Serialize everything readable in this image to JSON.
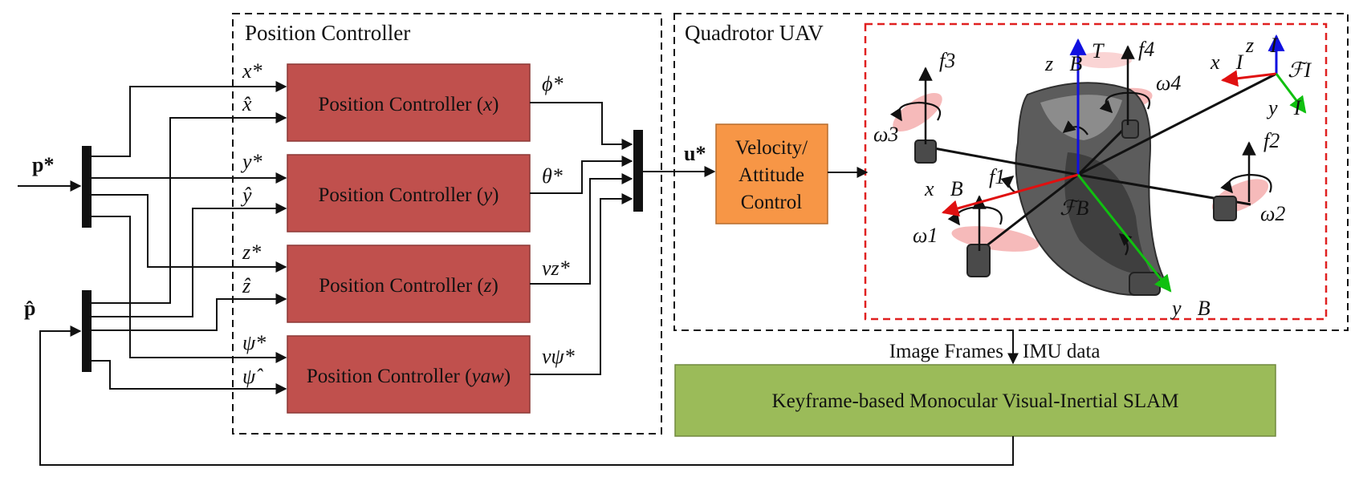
{
  "groups": {
    "position_controller": "Position Controller",
    "quadrotor": "Quadrotor UAV"
  },
  "controllers": [
    {
      "pre": "Position Controller (",
      "axis": "x",
      "post": ")"
    },
    {
      "pre": "Position Controller (",
      "axis": "y",
      "post": ")"
    },
    {
      "pre": "Position Controller (",
      "axis": "z",
      "post": ")"
    },
    {
      "pre": "Position Controller (",
      "axis": "yaw",
      "post": ")"
    }
  ],
  "ref_inputs": [
    {
      "ref": "x*",
      "est": "x̂"
    },
    {
      "ref": "y*",
      "est": "ŷ"
    },
    {
      "ref": "z*",
      "est": "ẑ"
    },
    {
      "ref": "ψ*",
      "est": "ψ̂"
    }
  ],
  "controller_outputs": [
    "ϕ*",
    "θ*",
    "vz*",
    "vψ*"
  ],
  "signals": {
    "p_ref": "p*",
    "p_est": "p̂",
    "u": "u*",
    "image_frames": "Image Frames",
    "imu_data": "IMU data"
  },
  "velocity_block": [
    "Velocity/",
    "Attitude",
    "Control"
  ],
  "slam_block": "Keyframe-based Monocular Visual-Inertial SLAM",
  "uav_labels": {
    "thrust": "T",
    "zB": "z⃗B",
    "xB": "x⃗B",
    "yB": "y⃗B",
    "FB": "ℱB",
    "zI": "z⃗I",
    "xI": "x⃗I",
    "yI": "y⃗I",
    "FI": "ℱI",
    "forces": [
      "f1",
      "f2",
      "f3",
      "f4"
    ],
    "omegas": [
      "ω1",
      "ω2",
      "ω3",
      "ω4"
    ]
  },
  "colors": {
    "controller_fill": "#c0504d",
    "controller_stroke": "#8c3836",
    "velocity_fill": "#f79646",
    "velocity_stroke": "#b66d2f",
    "slam_fill": "#9bbb59",
    "slam_stroke": "#71893f",
    "uav_frame": "#e02020",
    "axis_x": "#e01010",
    "axis_y": "#10c010",
    "axis_z": "#1010e0"
  }
}
